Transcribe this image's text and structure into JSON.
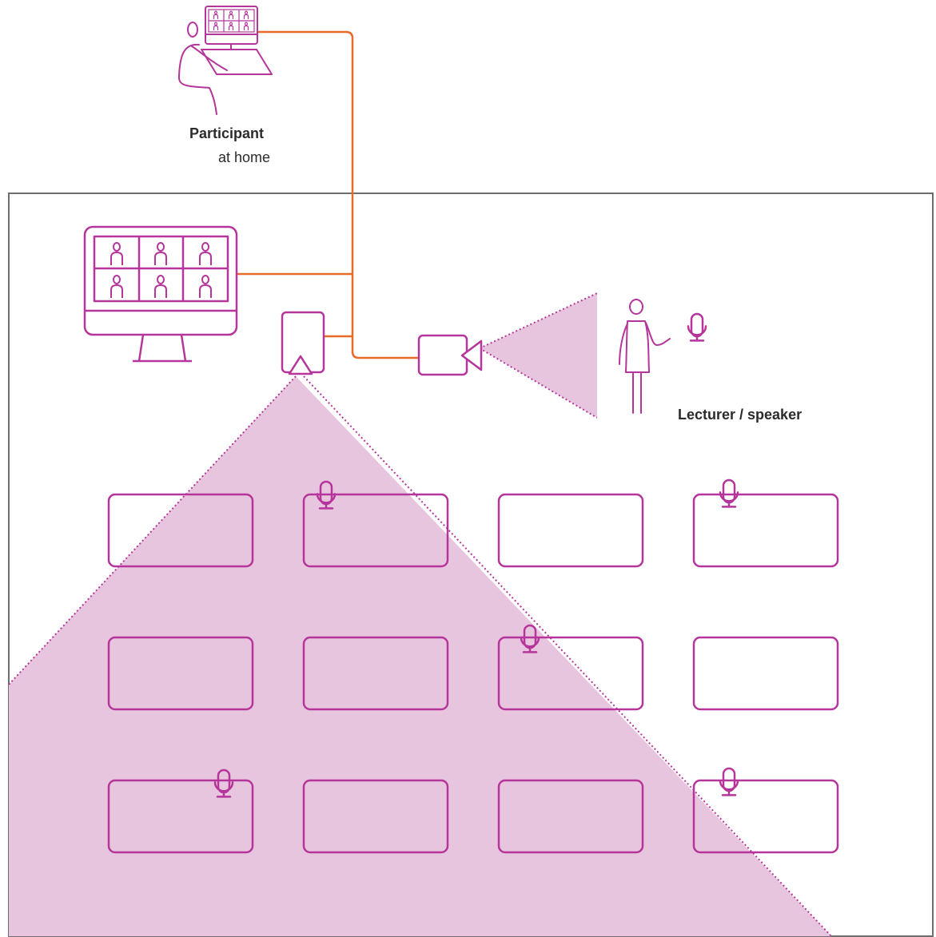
{
  "participant": {
    "title": "Participant",
    "subtitle": "at home"
  },
  "lecturer": {
    "label": "Lecturer / speaker"
  },
  "colors": {
    "accent": "#b5359b",
    "cable": "#ea6a28",
    "fov_fill": "#e8c5de",
    "room_border": "#6d6d6d"
  },
  "icons": {
    "participant": "person-at-computer-icon",
    "display": "monitor-video-grid-icon",
    "room_camera": "ceiling-camera-icon",
    "speaker_camera": "video-camera-icon",
    "lecturer": "person-presenting-icon",
    "microphone": "microphone-icon"
  }
}
